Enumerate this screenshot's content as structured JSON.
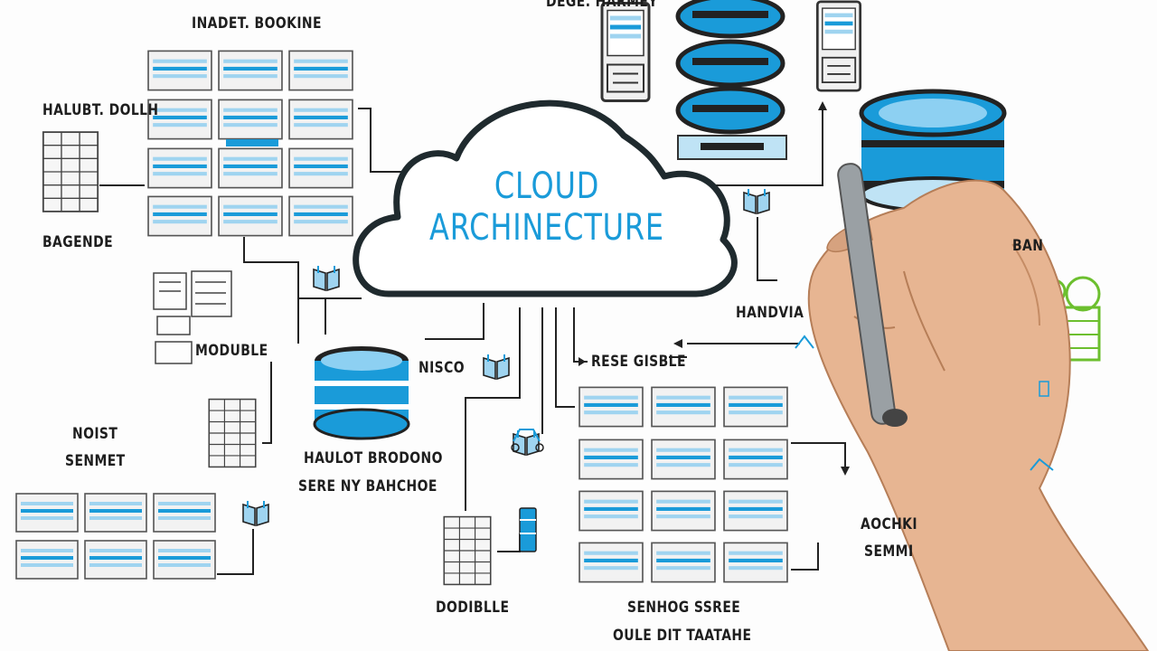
{
  "diagram": {
    "cloud": {
      "line1": "CLOUD",
      "line2": "ARCHINECTURE"
    },
    "labels": {
      "top_left_rack": "INADET. BOOKINE",
      "top_center_rack": "DEGE. HARMEY",
      "left_server": "HALUBT. DOLLH",
      "left_server_bottom": "BAGENDE",
      "modules": "MODUBLE",
      "host_set_line1": "NOIST",
      "host_set_line2": "SENMET",
      "nisco": "NISCO",
      "storage_line1": "HAULOT BRODONO",
      "storage_line2": "SERE NY BAHCHOE",
      "right_mid": "HANDVIA",
      "rese_gisble": "RESE GISBLE",
      "rack_bottom": "DODIBLLE",
      "service_line1": "SENHOG SSREE",
      "service_line2": "OULE DIT TAATAHE",
      "right_lower_line1": "AOCHKI",
      "right_lower_line2": "SEMMI",
      "right_edge": "BAN"
    },
    "colors": {
      "accent_blue": "#1a9bd9",
      "light_blue": "#bfe3f5",
      "line_dark": "#222222",
      "tree_green": "#6cbf2e"
    }
  }
}
